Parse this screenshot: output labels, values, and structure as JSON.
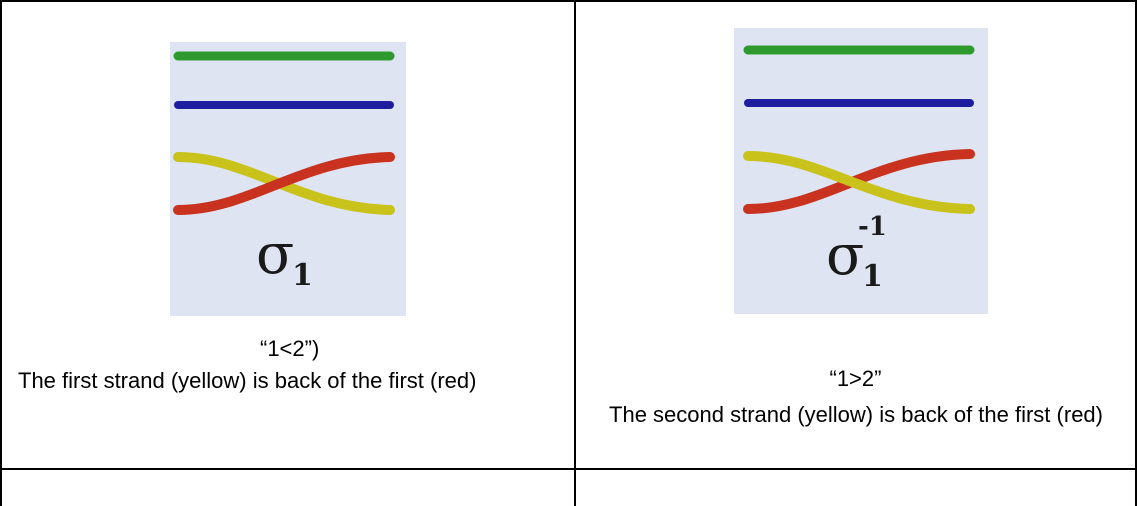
{
  "cells": [
    {
      "symbol": "σ",
      "subscript": "1",
      "superscript": "",
      "caption_title": "“1<2”)",
      "caption_body": "The first strand (yellow) is back of the first (red)"
    },
    {
      "symbol": "σ",
      "subscript": "1",
      "superscript": "-1",
      "caption_title": "“1>2”",
      "caption_body": "The second strand (yellow) is back  of the first (red)"
    }
  ],
  "colors": {
    "panel_bg": "#dfe4f2",
    "strand_green": "#2e9a2e",
    "strand_blue": "#1d1fa0",
    "strand_yellow": "#c8c21a",
    "strand_red": "#c8321e"
  }
}
